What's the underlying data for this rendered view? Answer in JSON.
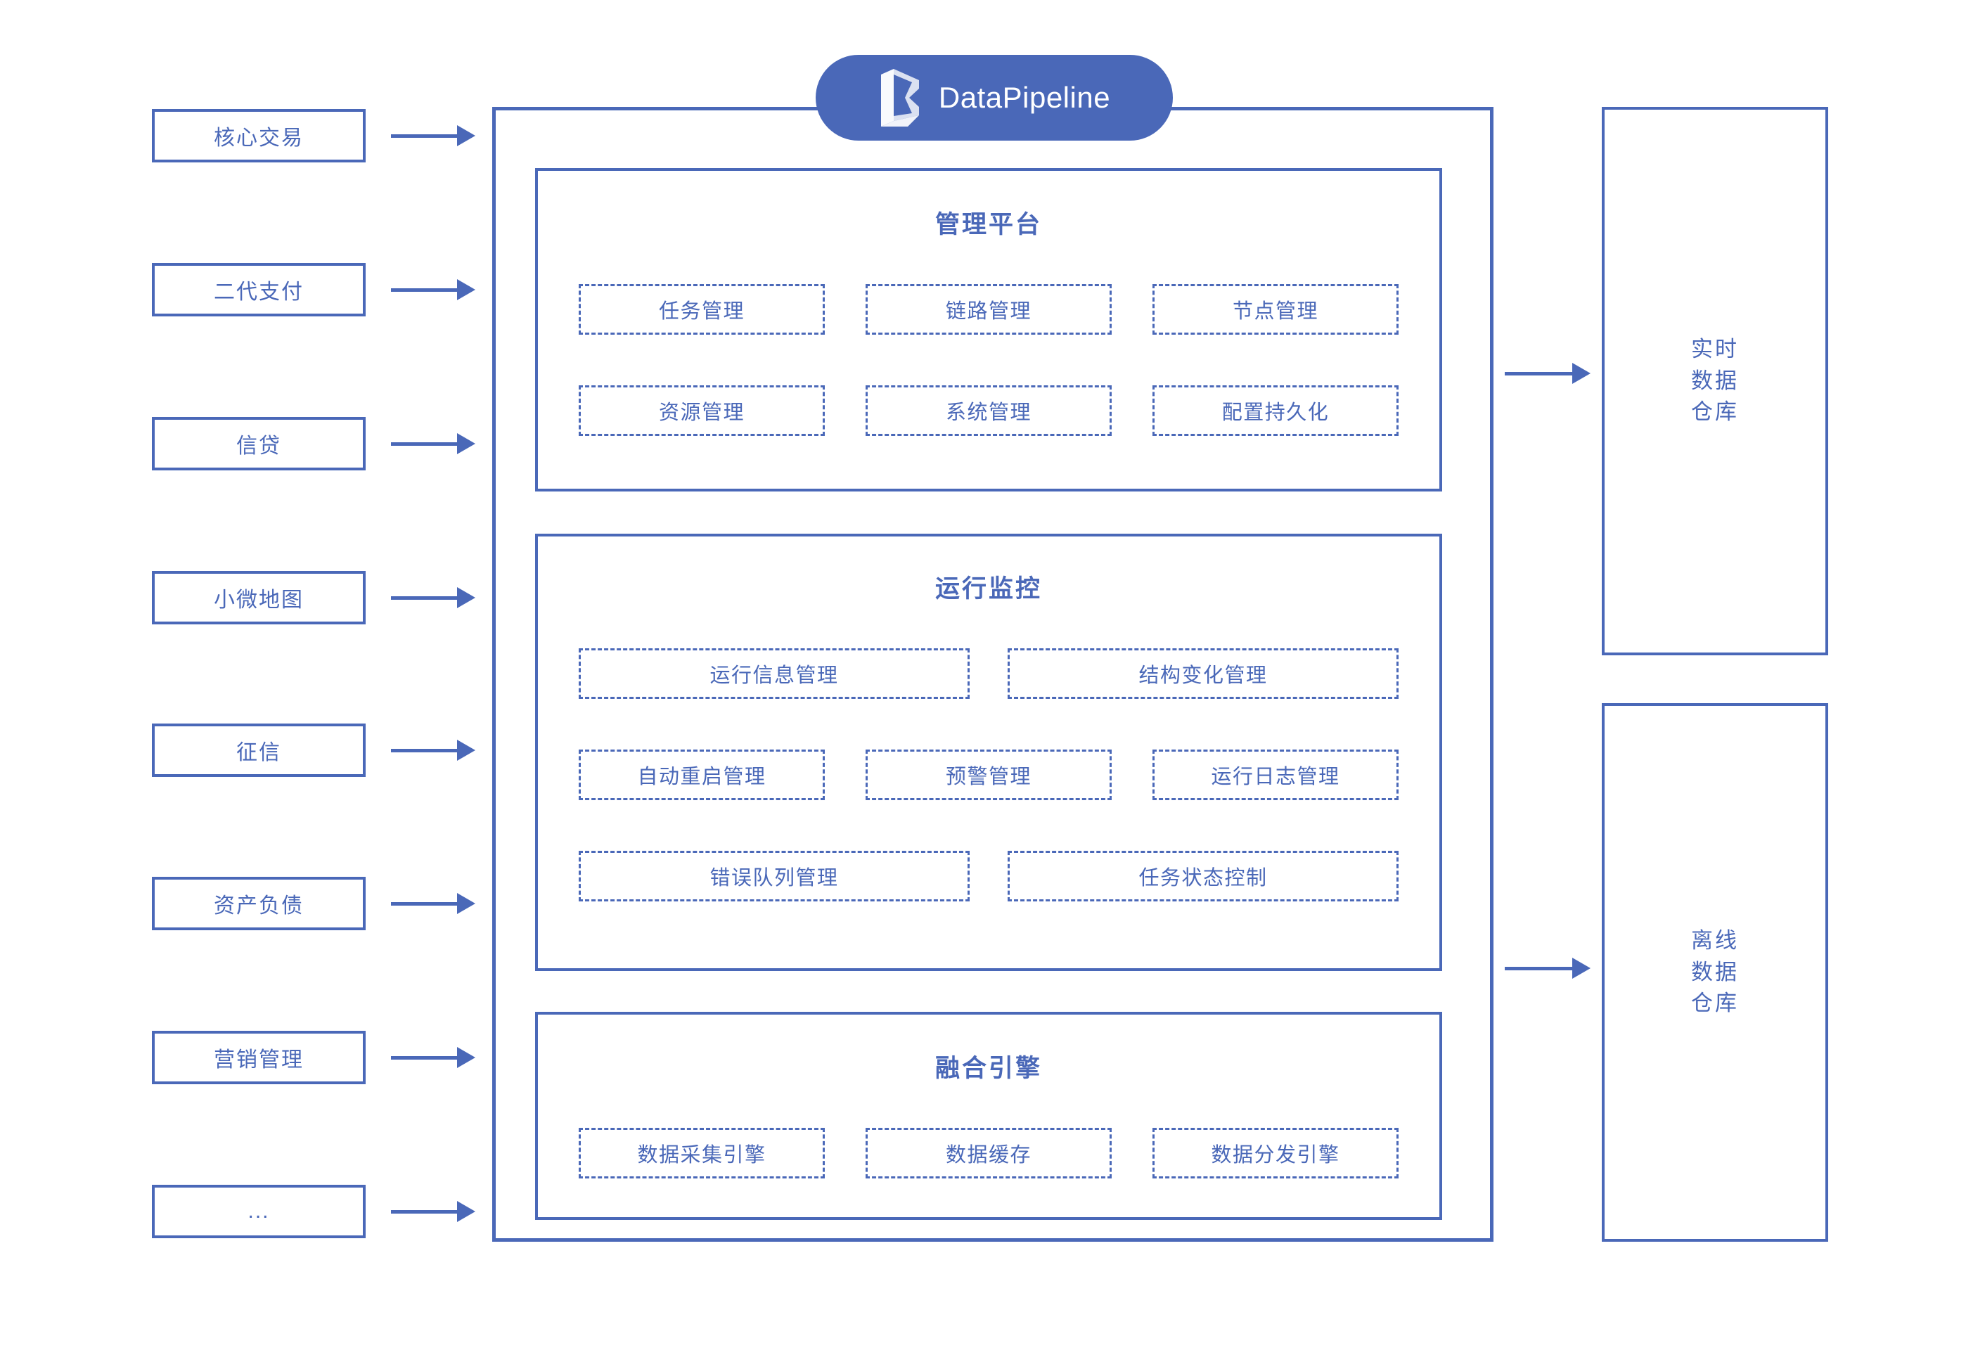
{
  "brand": {
    "name": "DataPipeline",
    "accent_color": "#4a68b8",
    "logo_icon": "datapipeline-prism-logo"
  },
  "sources": {
    "items": [
      {
        "label": "核心交易"
      },
      {
        "label": "二代支付"
      },
      {
        "label": "信贷"
      },
      {
        "label": "小微地图"
      },
      {
        "label": "征信"
      },
      {
        "label": "资产负债"
      },
      {
        "label": "营销管理"
      },
      {
        "label": "..."
      }
    ]
  },
  "platform": {
    "panels": [
      {
        "title": "管理平台",
        "rows": [
          [
            "任务管理",
            "链路管理",
            "节点管理"
          ],
          [
            "资源管理",
            "系统管理",
            "配置持久化"
          ]
        ]
      },
      {
        "title": "运行监控",
        "rows": [
          [
            "运行信息管理",
            "结构变化管理"
          ],
          [
            "自动重启管理",
            "预警管理",
            "运行日志管理"
          ],
          [
            "错误队列管理",
            "任务状态控制"
          ]
        ]
      },
      {
        "title": "融合引擎",
        "rows": [
          [
            "数据采集引擎",
            "数据缓存",
            "数据分发引擎"
          ]
        ]
      }
    ]
  },
  "targets": {
    "items": [
      {
        "lines": [
          "实时",
          "数据",
          "仓库"
        ]
      },
      {
        "lines": [
          "离线",
          "数据",
          "仓库"
        ]
      }
    ]
  }
}
